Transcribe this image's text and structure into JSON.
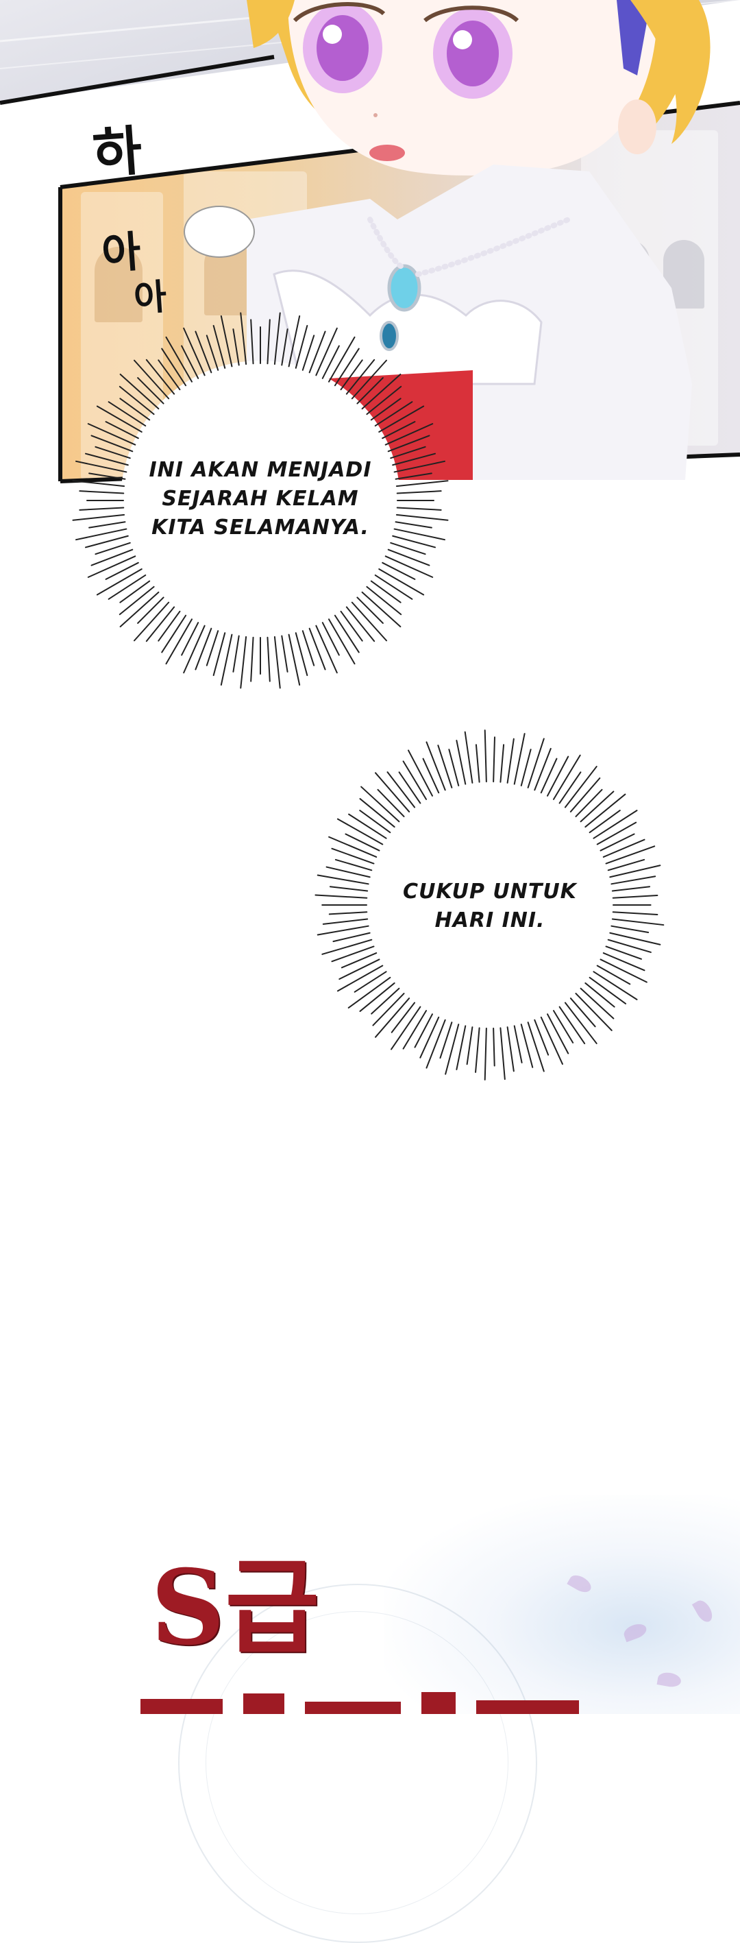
{
  "panel_top": {
    "sfx": {
      "ha": "하",
      "a1": "아",
      "a2": "아"
    }
  },
  "bubbles": [
    {
      "lines": [
        "INI AKAN MENJADI",
        "SEJARAH KELAM",
        "KITA SELAMANYA."
      ]
    },
    {
      "lines": [
        "CUKUP UNTUK",
        "HARI INI."
      ]
    }
  ],
  "footer": {
    "title_logo": "S급"
  },
  "colors": {
    "title_red": "#9e1b24",
    "hair": "#f4c24a",
    "eyes": "#c77be0",
    "dress_red": "#d9313a"
  }
}
